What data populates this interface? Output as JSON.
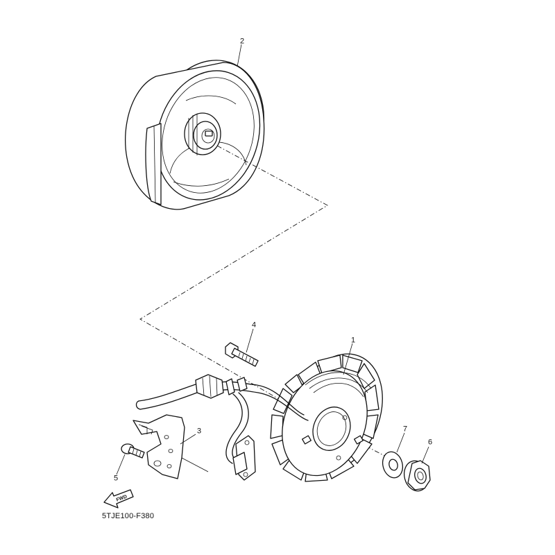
{
  "diagram": {
    "caption": "5TJE100-F380",
    "fwd_label": "FWD",
    "callouts": [
      {
        "id": "1",
        "label": "1"
      },
      {
        "id": "2",
        "label": "2"
      },
      {
        "id": "3",
        "label": "3"
      },
      {
        "id": "4",
        "label": "4"
      },
      {
        "id": "5",
        "label": "5"
      },
      {
        "id": "6",
        "label": "6"
      },
      {
        "id": "7",
        "label": "7"
      }
    ]
  }
}
